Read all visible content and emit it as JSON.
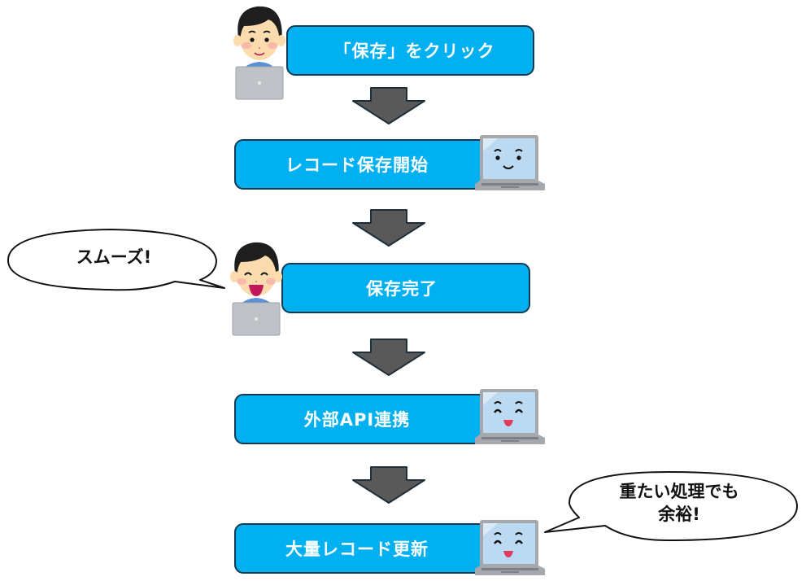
{
  "diagram": {
    "steps": [
      {
        "label": "「保存」をクリック",
        "actor": "user",
        "mood": "smile"
      },
      {
        "label": "レコード保存開始",
        "actor": "computer",
        "mood": "smile"
      },
      {
        "label": "保存完了",
        "actor": "user",
        "mood": "happy"
      },
      {
        "label": "外部API連携",
        "actor": "computer",
        "mood": "happy"
      },
      {
        "label": "大量レコード更新",
        "actor": "computer",
        "mood": "happy"
      }
    ],
    "bubbles": [
      {
        "text": "スムーズ!"
      },
      {
        "line1": "重たい処理でも",
        "line2": "余裕!"
      }
    ],
    "colors": {
      "box_fill": "#00b0f0",
      "box_border": "#0f3a52",
      "arrow_fill": "#595959",
      "text": "#ffffff"
    }
  }
}
